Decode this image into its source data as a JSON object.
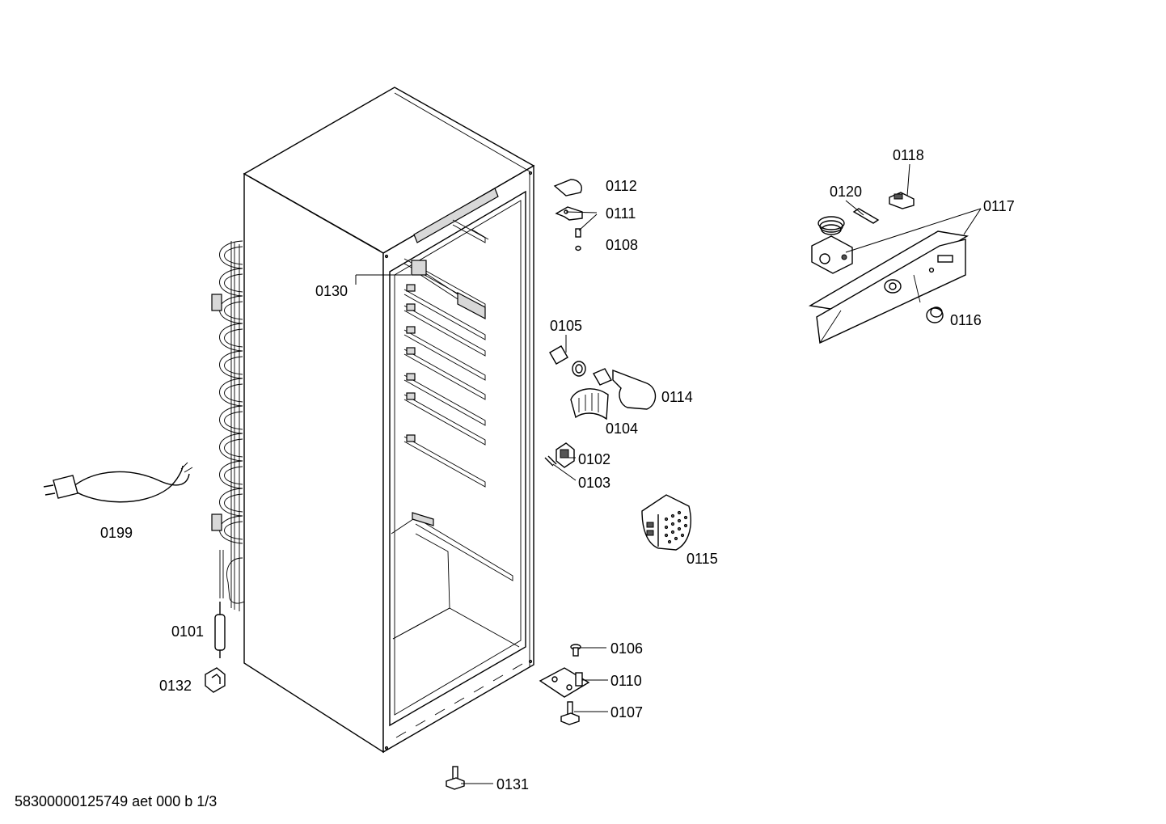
{
  "parts": [
    {
      "key": "p0112",
      "label": "0112"
    },
    {
      "key": "p0111",
      "label": "0111"
    },
    {
      "key": "p0108",
      "label": "0108"
    },
    {
      "key": "p0130",
      "label": "0130"
    },
    {
      "key": "p0105",
      "label": "0105"
    },
    {
      "key": "p0114",
      "label": "0114"
    },
    {
      "key": "p0104",
      "label": "0104"
    },
    {
      "key": "p0102",
      "label": "0102"
    },
    {
      "key": "p0103",
      "label": "0103"
    },
    {
      "key": "p0115",
      "label": "0115"
    },
    {
      "key": "p0199",
      "label": "0199"
    },
    {
      "key": "p0101",
      "label": "0101"
    },
    {
      "key": "p0132",
      "label": "0132"
    },
    {
      "key": "p0106",
      "label": "0106"
    },
    {
      "key": "p0110",
      "label": "0110"
    },
    {
      "key": "p0107",
      "label": "0107"
    },
    {
      "key": "p0131",
      "label": "0131"
    },
    {
      "key": "p0118",
      "label": "0118"
    },
    {
      "key": "p0120",
      "label": "0120"
    },
    {
      "key": "p0117",
      "label": "0117"
    },
    {
      "key": "p0116",
      "label": "0116"
    }
  ],
  "footer": "58300000125749 aet 000 b 1/3"
}
